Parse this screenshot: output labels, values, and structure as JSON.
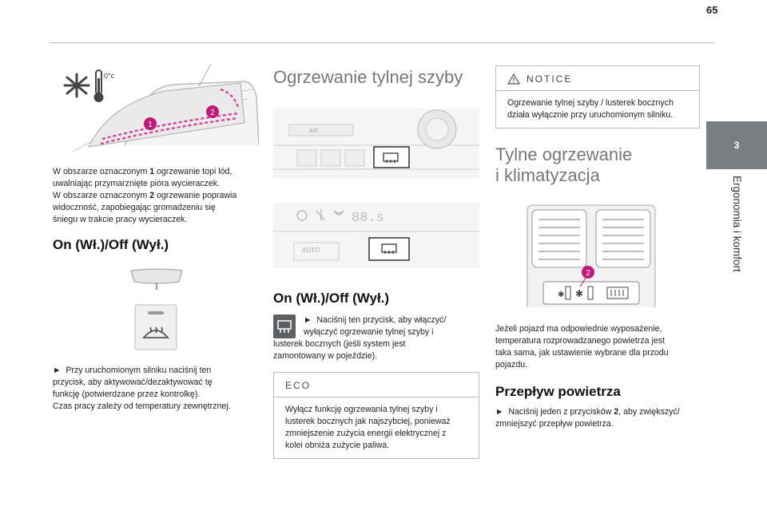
{
  "page_number": "65",
  "chapter": {
    "number": "3",
    "title": "Ergonomia i komfort"
  },
  "col1": {
    "windshield_icon_label": "0°c",
    "callouts": [
      "1",
      "2"
    ],
    "intro_lines": [
      [
        "W obszarze oznaczonym ",
        "1",
        " ogrzewanie topi lód,"
      ],
      [
        "uwalniając przymarznięte pióra wycieraczek."
      ],
      [
        "W obszarze oznaczonym ",
        "2",
        " ogrzewanie poprawia"
      ],
      [
        "widoczność, zapobiegając gromadzeniu się"
      ],
      [
        "śniegu w trakcie pracy wycieraczek."
      ]
    ],
    "heading": "On (Wł.)/Off (Wył.)",
    "bullet": "►",
    "instr_lines": [
      "Przy uruchomionym silniku naciśnij ten",
      "przycisk, aby aktywować/dezaktywować tę",
      "funkcję (potwierdzane przez kontrolkę).",
      "Czas pracy zależy od temperatury zewnętrznej."
    ]
  },
  "col2": {
    "section_title": "Ogrzewanie tylnej szyby",
    "panel1_label": "A/C",
    "panel2_display": "88.s",
    "panel2_auto": "AUTO",
    "heading": "On (Wł.)/Off (Wył.)",
    "bullet": "►",
    "instr_lines": [
      "Naciśnij ten przycisk, aby włączyć/",
      "wyłączyć ogrzewanie tylnej szyby i",
      "lusterek bocznych (jeśli system jest",
      "zamontowany w pojeździe)."
    ],
    "eco_title": "ECO",
    "eco_lines": [
      "Wyłącz funkcję ogrzewania tylnej szyby i",
      "lusterek bocznych jak najszybciej, ponieważ",
      "zmniejszenie zużycia energii elektrycznej z",
      "kolei obniża zużycie paliwa."
    ]
  },
  "col3": {
    "notice_title": "NOTICE",
    "notice_lines": [
      "Ogrzewanie tylnej szyby / lusterek bocznych",
      "działa wyłącznie przy uruchomionym silniku."
    ],
    "section_title_lines": [
      "Tylne ogrzewanie",
      "i klimatyzacja"
    ],
    "callout": "2",
    "info_lines": [
      "Jeżeli pojazd ma odpowiednie wyposażenie,",
      "temperatura rozprowadzanego powietrza jest",
      "taka sama, jak ustawienie wybrane dla przodu",
      "pojazdu."
    ],
    "heading": "Przepływ powietrza",
    "bullet": "►",
    "flow_lines": [
      [
        "Naciśnij jeden z przycisków ",
        "2",
        ", aby zwiększyć/"
      ],
      [
        "zmniejszyć przepływ powietrza."
      ]
    ]
  },
  "colors": {
    "accent": "#c2187a",
    "tab": "#7a7e80",
    "section": "#777777"
  }
}
